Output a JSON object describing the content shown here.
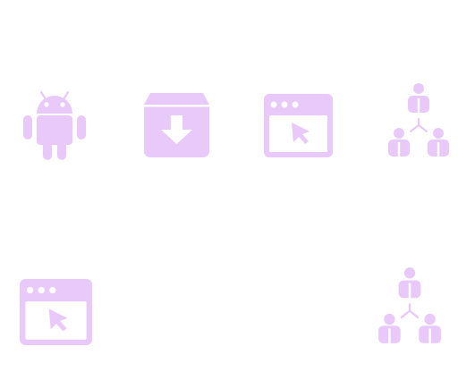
{
  "colors": {
    "icon_fill": "#e9c9fa",
    "icon_cutout": "#ffffff",
    "background": "#ffffff"
  },
  "icons": [
    {
      "id": "android-1",
      "name": "android-icon"
    },
    {
      "id": "archive-1",
      "name": "archive-download-icon"
    },
    {
      "id": "window-1",
      "name": "browser-window-cursor-icon"
    },
    {
      "id": "network-1",
      "name": "user-network-icon"
    },
    {
      "id": "window-2",
      "name": "browser-window-cursor-icon"
    },
    {
      "id": "network-2",
      "name": "user-network-icon"
    }
  ]
}
